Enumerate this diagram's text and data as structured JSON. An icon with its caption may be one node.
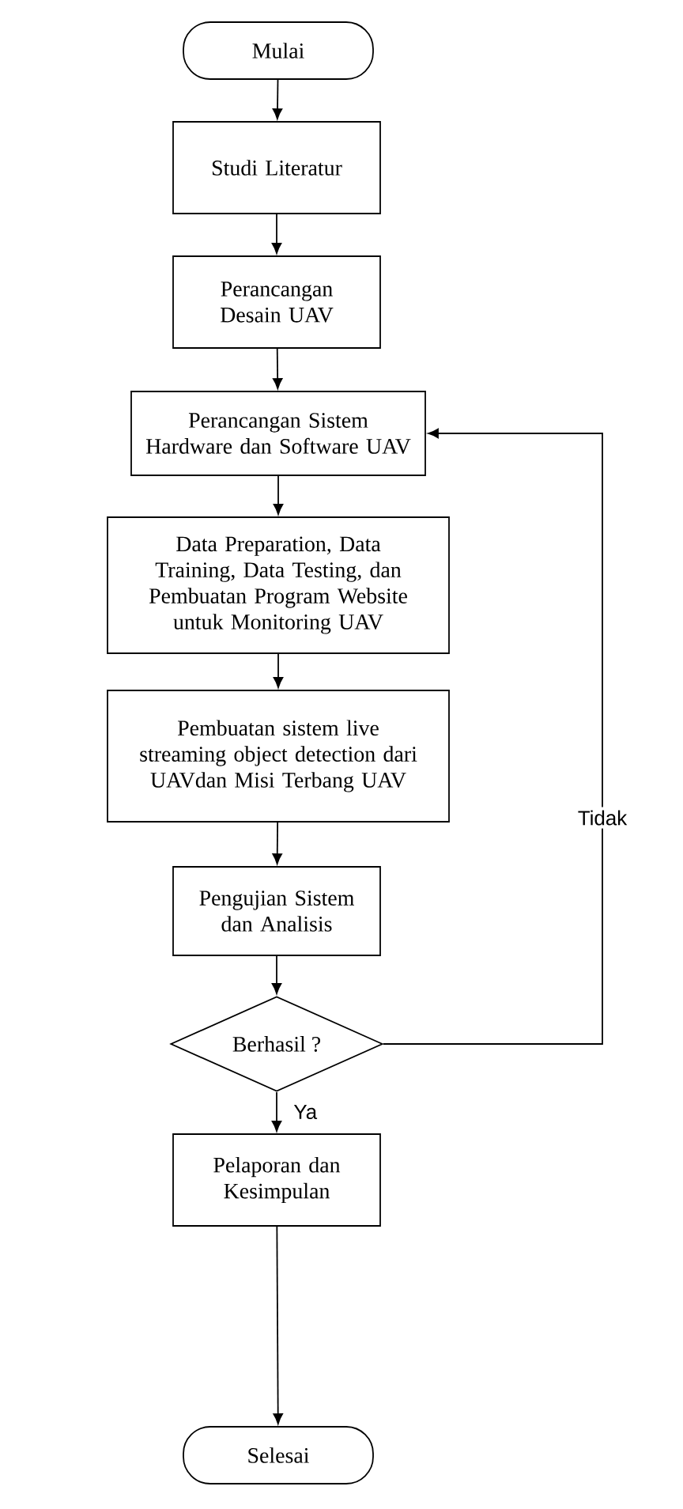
{
  "diagram": {
    "nodes": [
      {
        "text": [
          "Mulai"
        ]
      },
      {
        "text": [
          "Studi Literatur"
        ]
      },
      {
        "text": [
          "Perancangan Desain UAV"
        ]
      },
      {
        "text": [
          "Perancangan Sistem Hardware dan Software UAV"
        ]
      },
      {
        "text": [
          "Data Preparation, Data Training, Data Testing, dan Pembuatan Program Website untuk Monitoring UAV"
        ]
      },
      {
        "text": [
          "Pembuatan sistem live streaming object detection dari UAVdan Misi Terbang UAV"
        ]
      },
      {
        "text": [
          "Pengujian Sistem dan Analisis"
        ]
      },
      {
        "text": [
          "Berhasil ?"
        ]
      },
      {
        "text": [
          "Pelaporan dan Kesimpulan"
        ]
      },
      {
        "text": [
          "Selesai"
        ]
      }
    ],
    "edges": [
      {
        "from": 0,
        "to": 1,
        "arrow": "to"
      },
      {
        "from": 1,
        "to": 2,
        "arrow": "to"
      },
      {
        "from": 2,
        "to": 3,
        "arrow": "to"
      },
      {
        "from": 3,
        "to": 4,
        "arrow": "to"
      },
      {
        "from": 4,
        "to": 5,
        "arrow": "to"
      },
      {
        "from": 5,
        "to": 6,
        "arrow": "to"
      },
      {
        "from": 6,
        "to": 7,
        "arrow": "to"
      },
      {
        "from": 7,
        "to": 8,
        "arrow": "to",
        "label": "Ya"
      },
      {
        "from": 7,
        "to": 3,
        "arrow": "to",
        "label": "Tidak"
      },
      {
        "from": 8,
        "to": 9,
        "arrow": "to"
      }
    ]
  }
}
